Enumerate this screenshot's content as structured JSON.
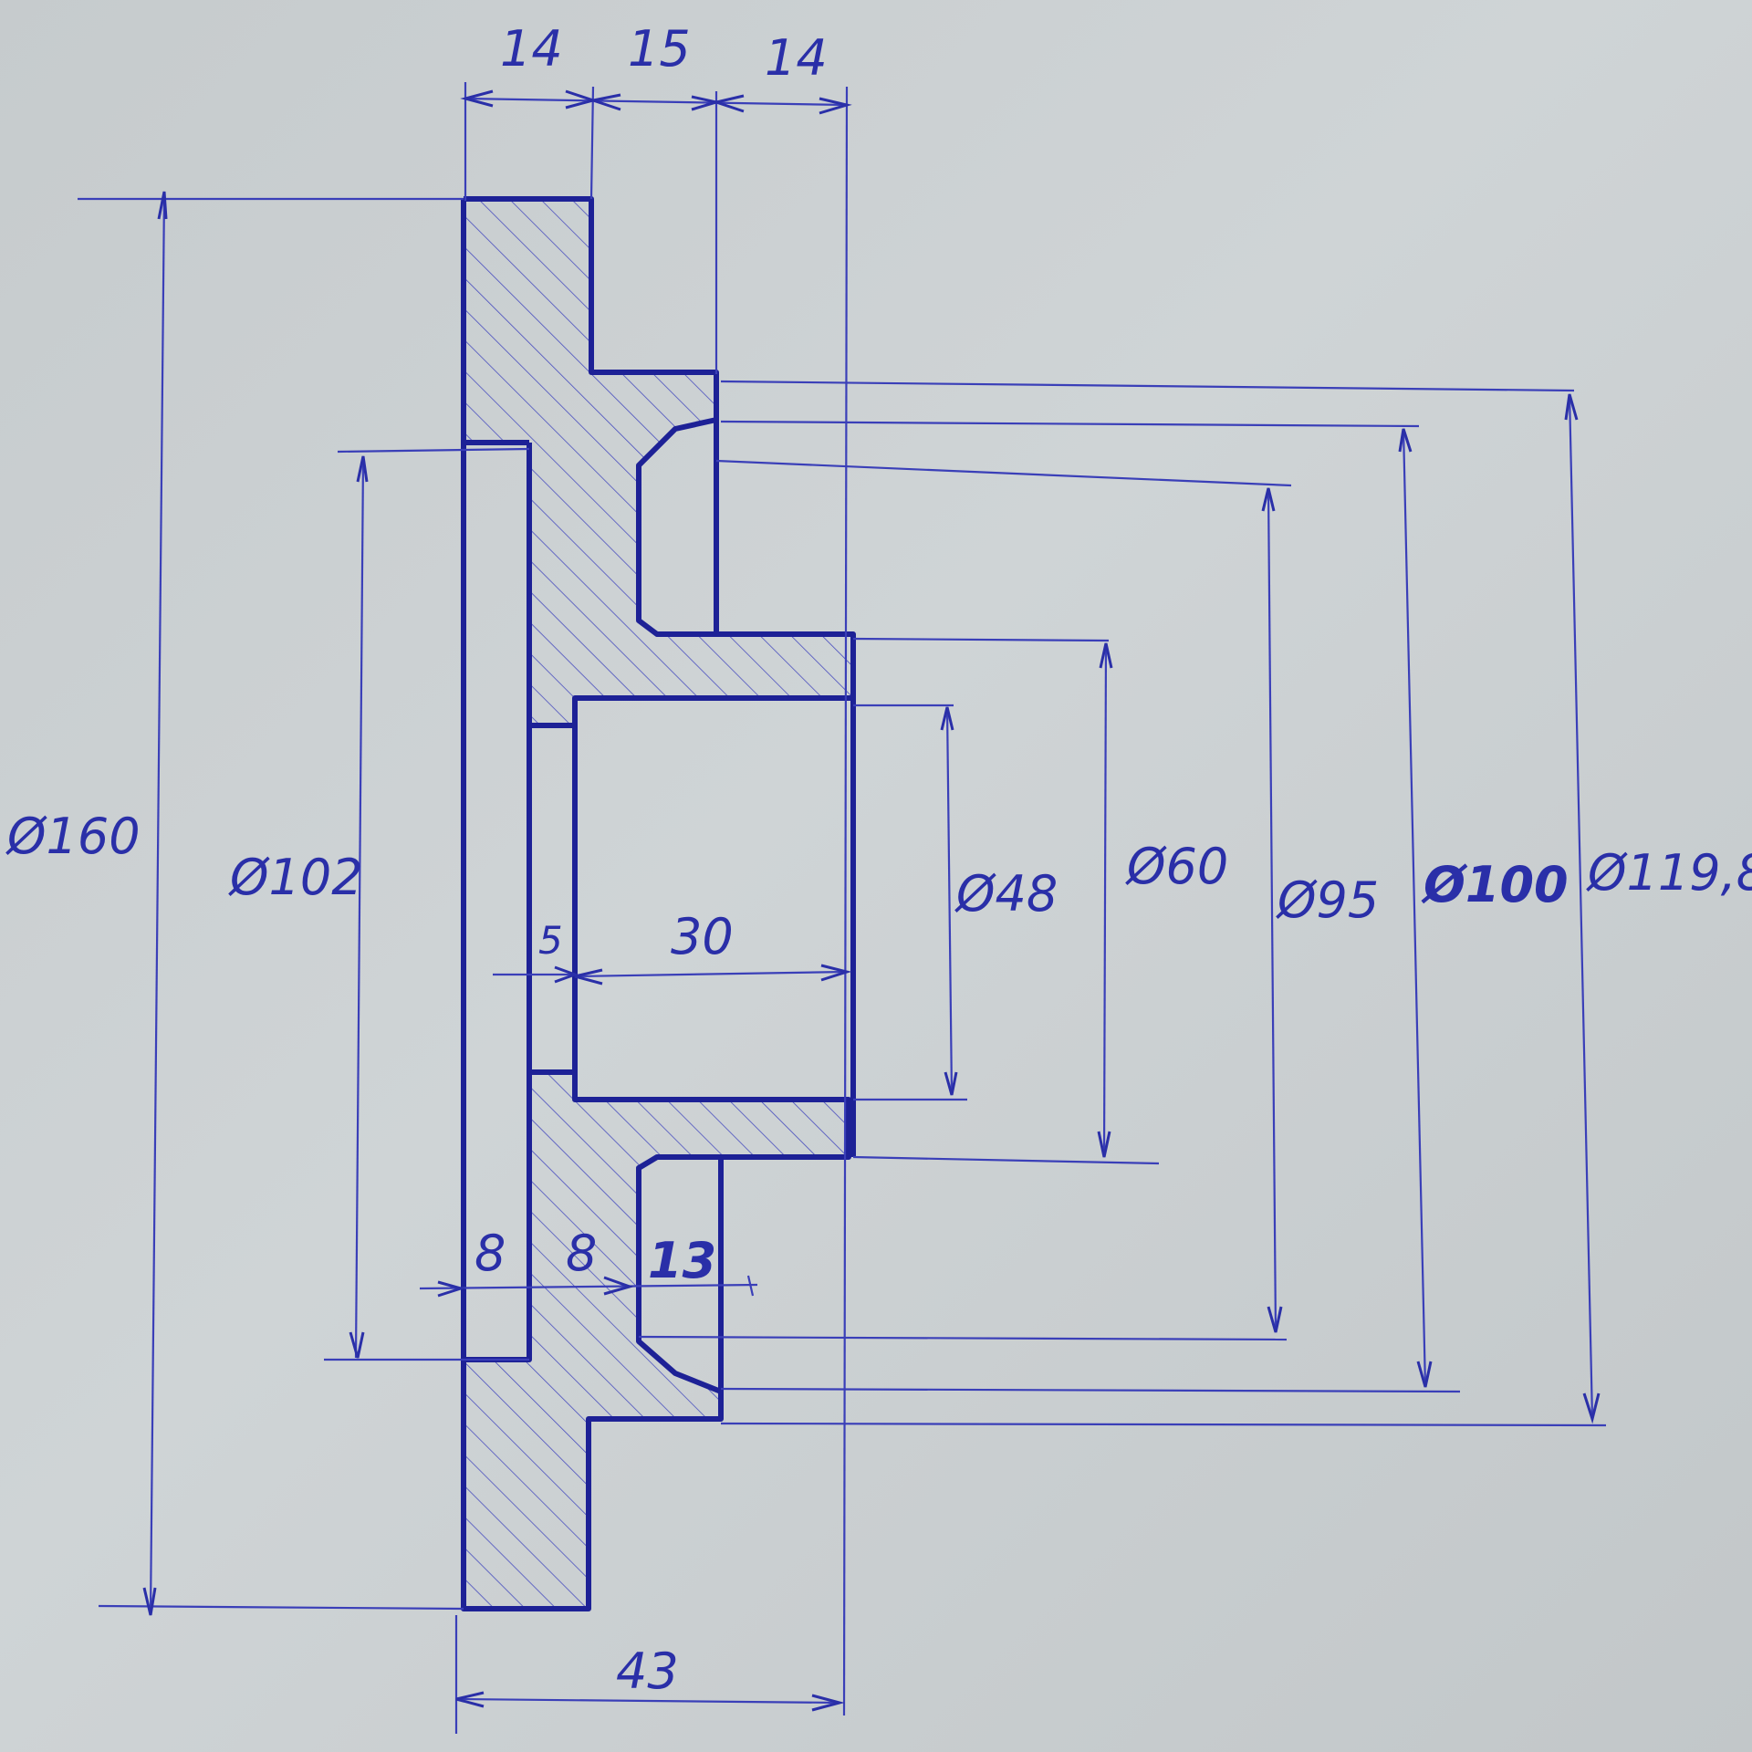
{
  "drawing": {
    "ink_color": "#2a2fa8",
    "paper_color": "#c6cbcd",
    "dimensions": {
      "top_width_1": "14",
      "top_width_2": "15",
      "top_width_3": "14",
      "overall_length": "43",
      "dia_160": "Ø160",
      "dia_102": "Ø102",
      "dia_48": "Ø48",
      "dia_60": "Ø60",
      "dia_95": "Ø95",
      "dia_100": "Ø100",
      "dia_119_8": "Ø119,8",
      "bore_depth": "30",
      "step_5": "5",
      "flange_8_a": "8",
      "flange_8_b": "8",
      "groove_13": "13"
    }
  }
}
